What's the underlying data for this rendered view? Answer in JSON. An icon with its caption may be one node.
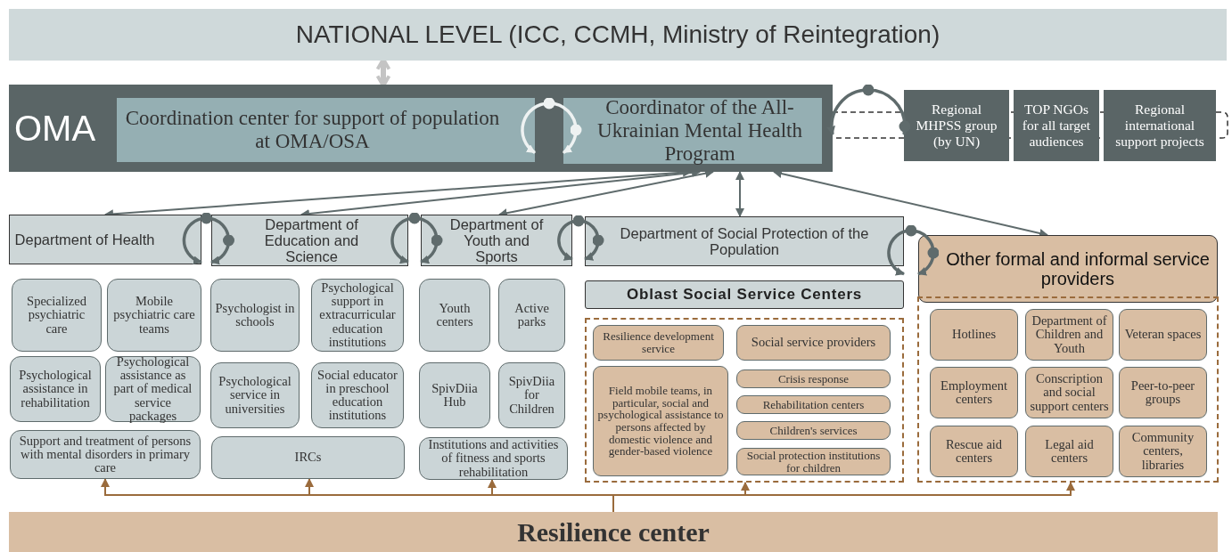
{
  "diagram": {
    "nodes": [
      {
        "text": [
          "NATIONAL LEVEL (ICC, CCMH, Ministry of Reintegration)"
        ]
      },
      {
        "text": [
          "OMA"
        ]
      },
      {
        "text": [
          "Coordination center for support of population at OMA/OSA"
        ],
        "in": 1
      },
      {
        "text": [
          "Coordinator of the All-Ukrainian Mental Health Program"
        ],
        "in": 1
      },
      {
        "text": [
          "Regional MHPSS group (by UN)"
        ]
      },
      {
        "text": [
          "TOP NGOs for all target audiences"
        ]
      },
      {
        "text": [
          "Regional international support projects"
        ]
      },
      {
        "text": [
          "Department of Health"
        ]
      },
      {
        "text": [
          "Department of Education and Science"
        ]
      },
      {
        "text": [
          "Department of Youth and Sports"
        ]
      },
      {
        "text": [
          "Department of Social Protection of the Population"
        ]
      },
      {
        "text": [
          "Other formal and informal service providers"
        ]
      },
      {
        "text": [
          "Specialized psychiatric care"
        ]
      },
      {
        "text": [
          "Mobile psychiatric care teams"
        ]
      },
      {
        "text": [
          "Psychological assistance in rehabilitation"
        ]
      },
      {
        "text": [
          "Psychological assistance as part of medical service packages"
        ]
      },
      {
        "text": [
          "Support and treatment of persons with mental disorders in primary care"
        ]
      },
      {
        "text": [
          "Psychologist in schools"
        ]
      },
      {
        "text": [
          "Psychological support in extracurricular education institutions"
        ]
      },
      {
        "text": [
          "Psychological service in universities"
        ]
      },
      {
        "text": [
          "Social educator in preschool education institutions"
        ]
      },
      {
        "text": [
          "IRCs"
        ]
      },
      {
        "text": [
          "Youth centers"
        ]
      },
      {
        "text": [
          "Active parks"
        ]
      },
      {
        "text": [
          "SpivDiia Hub"
        ]
      },
      {
        "text": [
          "SpivDiia for Children"
        ]
      },
      {
        "text": [
          "Institutions and activities of fitness and sports rehabilitation"
        ]
      },
      {
        "text": [
          "Oblast Social Service Centers"
        ]
      },
      {
        "text": [],
        "shape": "box"
      },
      {
        "text": [
          "Resilience development service"
        ],
        "in": 28
      },
      {
        "text": [
          "Social service providers"
        ],
        "in": 28
      },
      {
        "text": [
          "Field mobile teams, in particular, social and psychological assistance to persons affected by domestic violence and gender-based violence"
        ],
        "in": 28
      },
      {
        "text": [
          "Crisis response"
        ],
        "in": 28
      },
      {
        "text": [
          "Rehabilitation centers"
        ],
        "in": 28
      },
      {
        "text": [
          "Children's services"
        ],
        "in": 28
      },
      {
        "text": [
          "Social protection institutions for children"
        ],
        "in": 28
      },
      {
        "text": [],
        "shape": "box"
      },
      {
        "text": [
          "Hotlines"
        ],
        "in": 36
      },
      {
        "text": [
          "Department of Children and Youth"
        ],
        "in": 36
      },
      {
        "text": [
          "Veteran spaces"
        ],
        "in": 36
      },
      {
        "text": [
          "Employment centers"
        ],
        "in": 36
      },
      {
        "text": [
          "Conscription and social support centers"
        ],
        "in": 36
      },
      {
        "text": [
          "Peer-to-peer groups"
        ],
        "in": 36
      },
      {
        "text": [
          "Rescue aid centers"
        ],
        "in": 36
      },
      {
        "text": [
          "Legal aid centers"
        ],
        "in": 36
      },
      {
        "text": [
          "Community centers, libraries"
        ],
        "in": 36
      },
      {
        "text": [
          "Resilience center"
        ]
      }
    ],
    "edges": [
      {
        "from": 0,
        "to": 1,
        "arrow": "both",
        "style": "thick",
        "color": "#c4c4c4"
      },
      {
        "from": 1,
        "to": 7,
        "arrow": "both"
      },
      {
        "from": 1,
        "to": 8,
        "arrow": "both"
      },
      {
        "from": 1,
        "to": 9,
        "arrow": "both"
      },
      {
        "from": 1,
        "to": 10,
        "arrow": "both"
      },
      {
        "from": 1,
        "to": 11,
        "arrow": "both"
      },
      {
        "from": 46,
        "to": 16,
        "arrow": "to",
        "color": "#9a6b3c"
      },
      {
        "from": 46,
        "to": 21,
        "arrow": "to",
        "color": "#9a6b3c"
      },
      {
        "from": 46,
        "to": 26,
        "arrow": "to",
        "color": "#9a6b3c"
      },
      {
        "from": 46,
        "to": 28,
        "arrow": "to",
        "color": "#9a6b3c"
      },
      {
        "from": 46,
        "to": 36,
        "arrow": "to",
        "color": "#9a6b3c"
      },
      {
        "from": 2,
        "to": 3,
        "arrow": "both",
        "color": "#eef2f2"
      },
      {
        "from": 1,
        "to": 4,
        "arrow": "both"
      },
      {
        "from": 7,
        "to": 8,
        "arrow": "both"
      },
      {
        "from": 8,
        "to": 9,
        "arrow": "both"
      },
      {
        "from": 9,
        "to": 10,
        "arrow": "both"
      },
      {
        "from": 10,
        "to": 11,
        "arrow": "both"
      }
    ]
  }
}
